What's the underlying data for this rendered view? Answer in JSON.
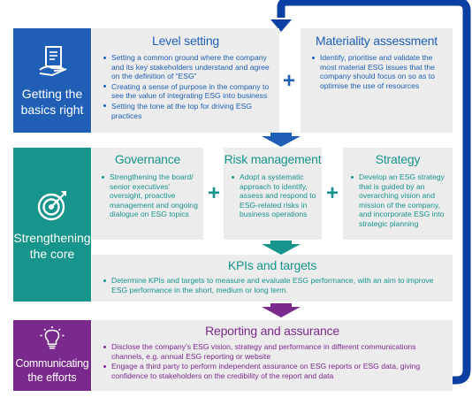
{
  "colors": {
    "blue": "#1f5fb5",
    "navy": "#0b3fa3",
    "teal": "#17948c",
    "purple": "#7a2a8c",
    "panel": "#ececec"
  },
  "stages": [
    {
      "label_line1": "Getting the",
      "label_line2": "basics right",
      "icon": "document-pen-icon"
    },
    {
      "label_line1": "Strengthening",
      "label_line2": "the core",
      "icon": "target-icon"
    },
    {
      "label_line1": "Communicating",
      "label_line2": "the efforts",
      "icon": "lightbulb-icon"
    }
  ],
  "level_setting": {
    "title": "Level setting",
    "bullets": [
      "Setting a common ground where the company and its key stakeholders understand and agree on the definition of “ESG”",
      "Creating a sense of purpose in the company to see the value of integrating ESG into business",
      "Setting the tone at the top for driving ESG practices"
    ]
  },
  "materiality": {
    "title": "Materiality assessment",
    "bullets": [
      "Identify, prioritise and validate the most material ESG issues that the company should focus on so as to optimise the use of resources"
    ]
  },
  "governance": {
    "title": "Governance",
    "bullets": [
      "Strengthening the board/ senior executives' oversight, proactive management and ongoing dialogue on ESG topics"
    ]
  },
  "risk": {
    "title": "Risk management",
    "bullets": [
      "Adopt a systematic approach to identify, assess and respond to ESG-related risks in business operations"
    ]
  },
  "strategy": {
    "title": "Strategy",
    "bullets": [
      "Develop an ESG strategy that is guided by an overarching vision and mission of the company, and incorporate ESG into strategic planning"
    ]
  },
  "kpis": {
    "title": "KPIs and targets",
    "bullets": [
      "Determine KPIs and targets to measure and evaluate ESG performance, with an aim to improve ESG performance in the short, medium or long term."
    ]
  },
  "reporting": {
    "title": "Reporting and assurance",
    "bullets": [
      "Disclose the company's ESG vision, strategy and performance in different communications channels, e.g. annual ESG reporting or website",
      "Engage a third party to perform independent assurance on ESG reports or ESG data, giving confidence to stakeholders on the credibility of the report and data"
    ]
  },
  "plus_symbol": "+"
}
